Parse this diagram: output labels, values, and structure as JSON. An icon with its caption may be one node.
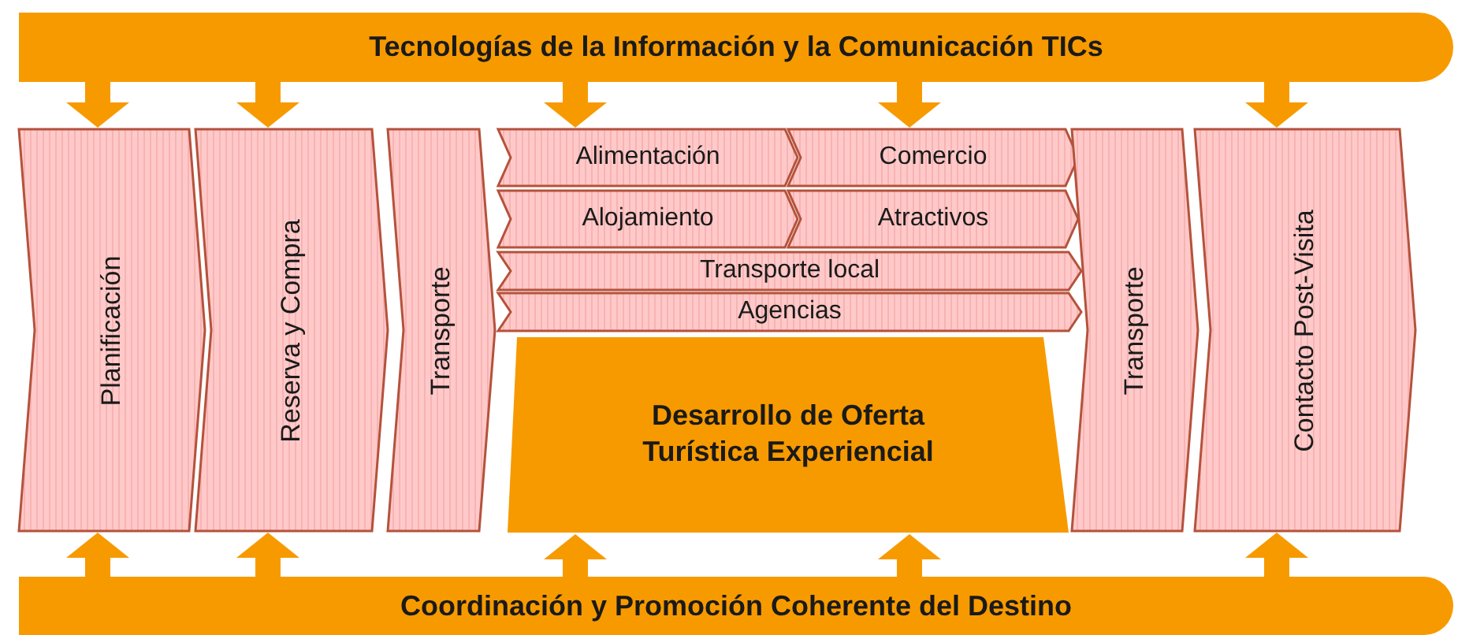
{
  "diagram": {
    "nodes": [
      {
        "text": [
          "Tecnologías de la Información y la Comunicación TICs"
        ]
      },
      {
        "text": [
          "Planificación"
        ]
      },
      {
        "text": [
          "Reserva y Compra"
        ]
      },
      {
        "text": [
          "Transporte"
        ]
      },
      {
        "text": [
          "Alimentación"
        ]
      },
      {
        "text": [
          "Comercio"
        ]
      },
      {
        "text": [
          "Alojamiento"
        ]
      },
      {
        "text": [
          "Atractivos"
        ]
      },
      {
        "text": [
          "Transporte local"
        ]
      },
      {
        "text": [
          "Agencias"
        ]
      },
      {
        "text": [
          "Desarrollo de Oferta Turística Experiencial"
        ]
      },
      {
        "text": [
          "Transporte"
        ]
      },
      {
        "text": [
          "Contacto Post-Visita"
        ]
      },
      {
        "text": [
          "Coordinación y Promoción Coherente del Destino"
        ]
      }
    ],
    "edges": [
      {
        "from": 0,
        "to": 1,
        "arrow": "to"
      },
      {
        "from": 0,
        "to": 2,
        "arrow": "to"
      },
      {
        "from": 0,
        "to": 4,
        "arrow": "to"
      },
      {
        "from": 0,
        "to": 5,
        "arrow": "to"
      },
      {
        "from": 0,
        "to": 12,
        "arrow": "to"
      },
      {
        "from": 13,
        "to": 1,
        "arrow": "to"
      },
      {
        "from": 13,
        "to": 2,
        "arrow": "to"
      },
      {
        "from": 13,
        "to": 10,
        "arrow": "to"
      },
      {
        "from": 13,
        "to": 10,
        "arrow": "to"
      },
      {
        "from": 13,
        "to": 12,
        "arrow": "to"
      }
    ]
  }
}
